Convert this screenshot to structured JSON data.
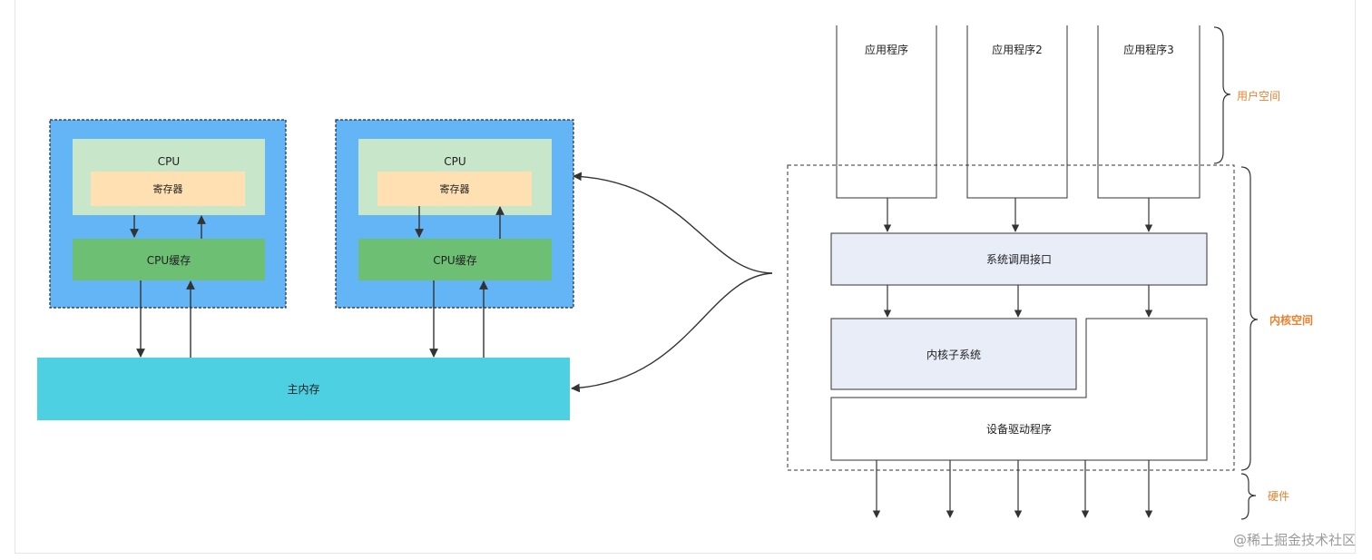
{
  "left": {
    "cpu_block_1": {
      "cpu_label": "CPU",
      "register_label": "寄存器",
      "cache_label": "CPU缓存"
    },
    "cpu_block_2": {
      "cpu_label": "CPU",
      "register_label": "寄存器",
      "cache_label": "CPU缓存"
    },
    "main_memory_label": "主内存"
  },
  "right": {
    "apps": [
      "应用程序",
      "应用程序2",
      "应用程序3"
    ],
    "syscall_label": "系统调用接口",
    "kernel_subsystem_label": "内核子系统",
    "device_driver_label": "设备驱动程序",
    "brace_user_space": "用户空间",
    "brace_kernel_space": "内核空间",
    "brace_hardware": "硬件"
  },
  "colors": {
    "cpu_block_bg": "#64b5f6",
    "cpu_bg": "#c8e6c9",
    "register_bg": "#ffe0b2",
    "cache_bg": "#6dbf73",
    "memory_bg": "#4dd0e1",
    "syscall_bg": "#e8edf8",
    "brace_label": "#e8822f"
  },
  "watermark": "@稀土掘金技术社区"
}
